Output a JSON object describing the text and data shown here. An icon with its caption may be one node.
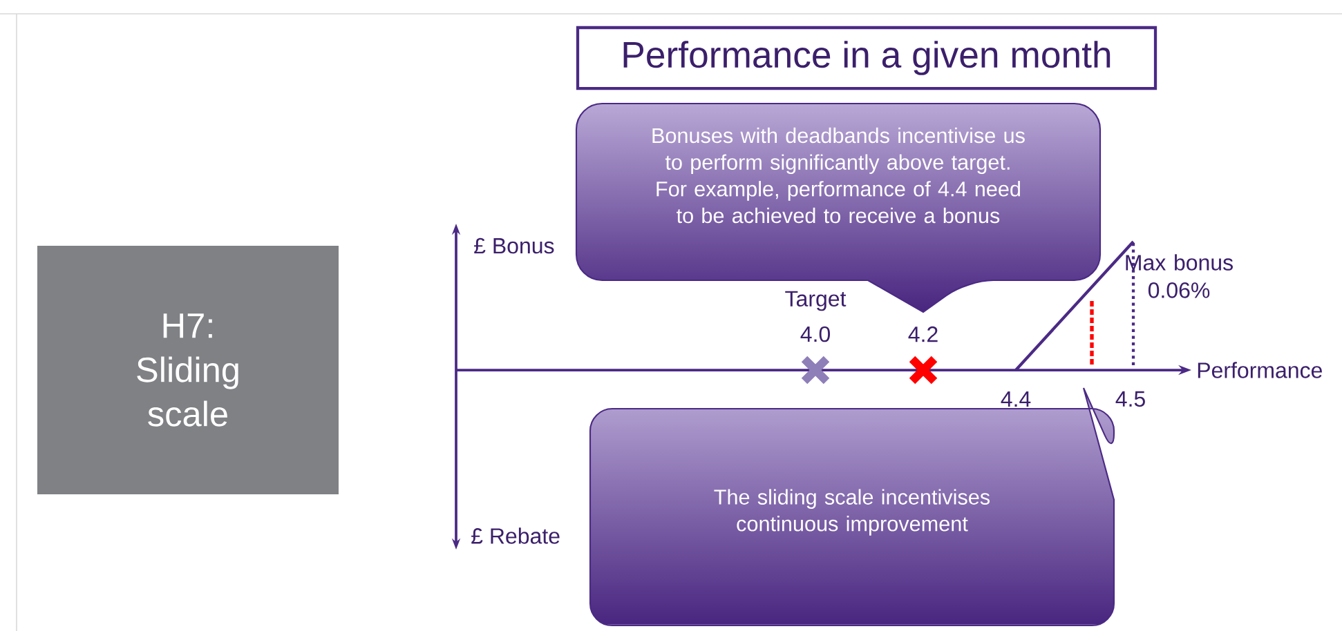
{
  "diagram": {
    "nodes": [
      {
        "text": [
          "Performance in a given month"
        ]
      },
      {
        "text": [
          "Bonuses with deadbands incentivise us to perform significantly above target. For example, performance of 4.4 need to be achieved to receive a bonus"
        ]
      },
      {
        "text": [
          "H7: Sliding scale"
        ]
      },
      {
        "text": [
          "The sliding scale incentivises continuous improvement"
        ]
      }
    ],
    "labels": [
      "£ Bonus",
      "Max bonus 0.06%",
      "Target",
      "4.0",
      "4.2",
      "Performance",
      "4.4",
      "4.5",
      "£ Rebate"
    ]
  }
}
